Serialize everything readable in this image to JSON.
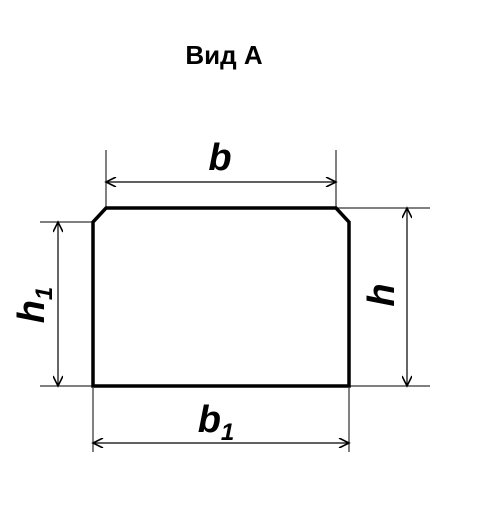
{
  "title": "Вид А",
  "dimensions": {
    "top_width": {
      "letter": "b",
      "subscript": ""
    },
    "bottom_width": {
      "letter": "b",
      "subscript": "1"
    },
    "left_height": {
      "letter": "h",
      "subscript": "1"
    },
    "right_height": {
      "letter": "h",
      "subscript": ""
    }
  },
  "colors": {
    "line": "#000000",
    "background": "#ffffff"
  }
}
